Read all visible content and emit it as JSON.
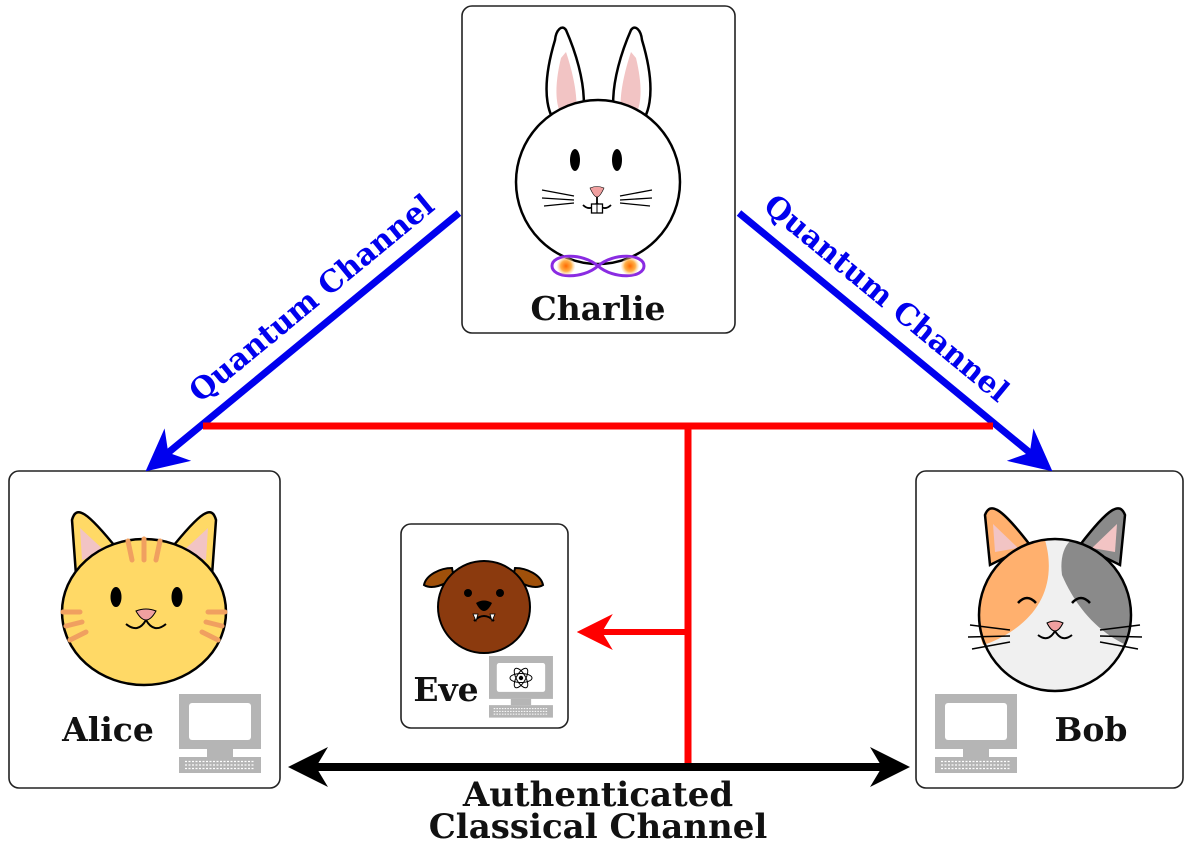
{
  "parties": {
    "charlie": {
      "name": "Charlie"
    },
    "alice": {
      "name": "Alice"
    },
    "bob": {
      "name": "Bob"
    },
    "eve": {
      "name": "Eve"
    }
  },
  "channels": {
    "quantum_left": {
      "label": "Quantum Channel"
    },
    "quantum_right": {
      "label": "Quantum Channel"
    },
    "classical": {
      "line1": "Authenticated",
      "line2": "Classical Channel"
    }
  },
  "colors": {
    "quantum": "#0000ee",
    "eavesdrop": "#ff0000",
    "classical": "#000000",
    "box_border": "#222222",
    "entangled_pair": "#8a2be2"
  },
  "icons": {
    "charlie": "rabbit-icon",
    "alice": "orange-cat-icon",
    "bob": "calico-cat-icon",
    "eve": "dog-icon",
    "computer": "computer-icon",
    "atom": "atom-icon",
    "entanglement": "entangled-photon-pair-icon"
  }
}
